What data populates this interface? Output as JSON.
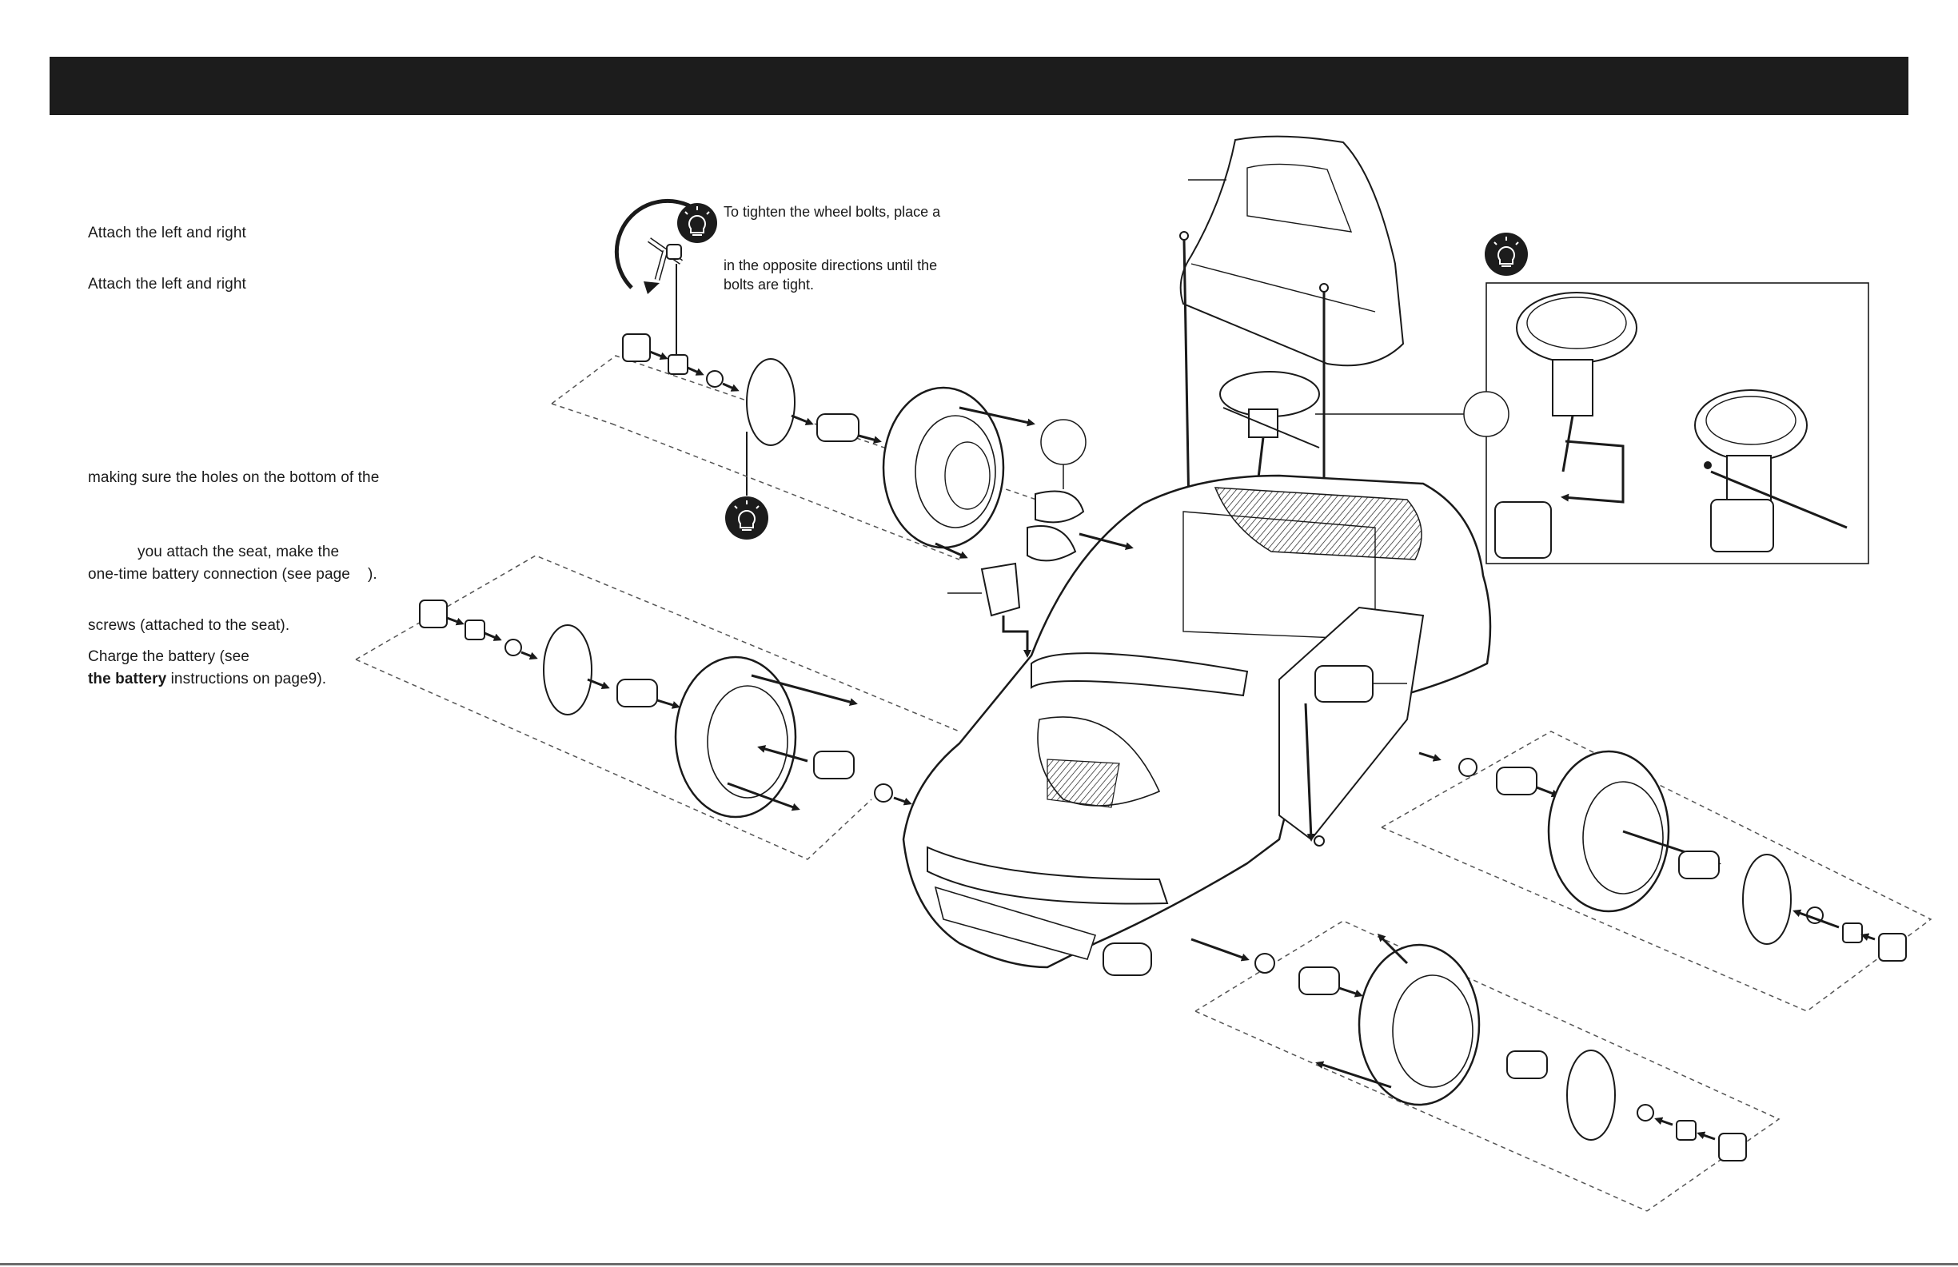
{
  "header": {
    "title": ""
  },
  "instructions": {
    "line1": "Attach the left and right",
    "line2": "Attach the left and right",
    "line3": "making sure the holes on the bottom of the",
    "line4": "you attach the seat, make the",
    "line5a": "one-time battery connection (see page",
    "line5b": ").",
    "line6": "screws (attached to the seat).",
    "line7": "Charge the battery (see",
    "line8_bold": "the battery",
    "line8_rest": " instructions on page",
    "line8_page": "9",
    "line8_end": ")."
  },
  "tip": {
    "line1": "To tighten the wheel bolts, place a",
    "line2": "in the opposite directions until the",
    "line3": "bolts are tight."
  },
  "icons": {
    "tip_icon_1": "lightbulb-icon",
    "tip_icon_2": "lightbulb-icon",
    "tip_icon_3": "lightbulb-icon",
    "wrench": "t-wrench-icon"
  },
  "colors": {
    "header": "#1c1c1c",
    "line": "#1a1a1a",
    "dashed": "#555555"
  }
}
